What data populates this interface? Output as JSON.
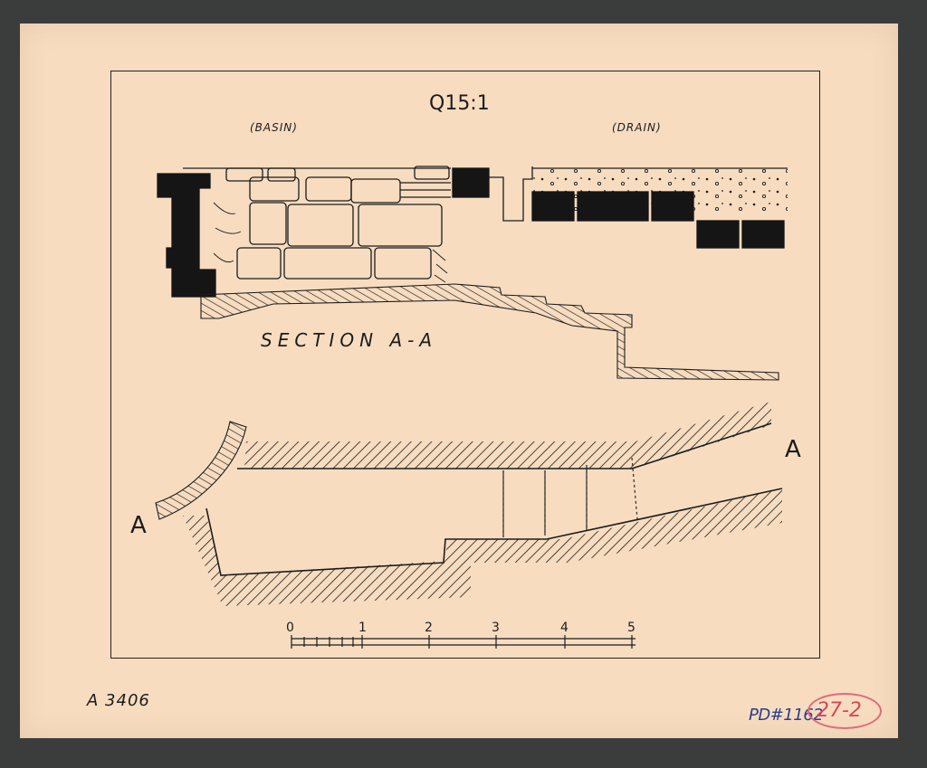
{
  "title": "Q15:1",
  "labels": {
    "basin": "(BASIN)",
    "drain": "(DRAIN)",
    "section": "SECTION A-A",
    "section_mark_left": "A",
    "section_mark_right": "A"
  },
  "scale": {
    "ticks": [
      "0",
      "1",
      "2",
      "3",
      "4",
      "5"
    ]
  },
  "catalog_number": "A 3406",
  "pd_number": "PD#1162",
  "box_number": "27-2",
  "colors": {
    "paper": "#f7dcc0",
    "ink": "#1c1c1c",
    "mount": "#3a3d3c",
    "pd_ink": "#2a3f8a",
    "stamp": "#d9475a"
  }
}
